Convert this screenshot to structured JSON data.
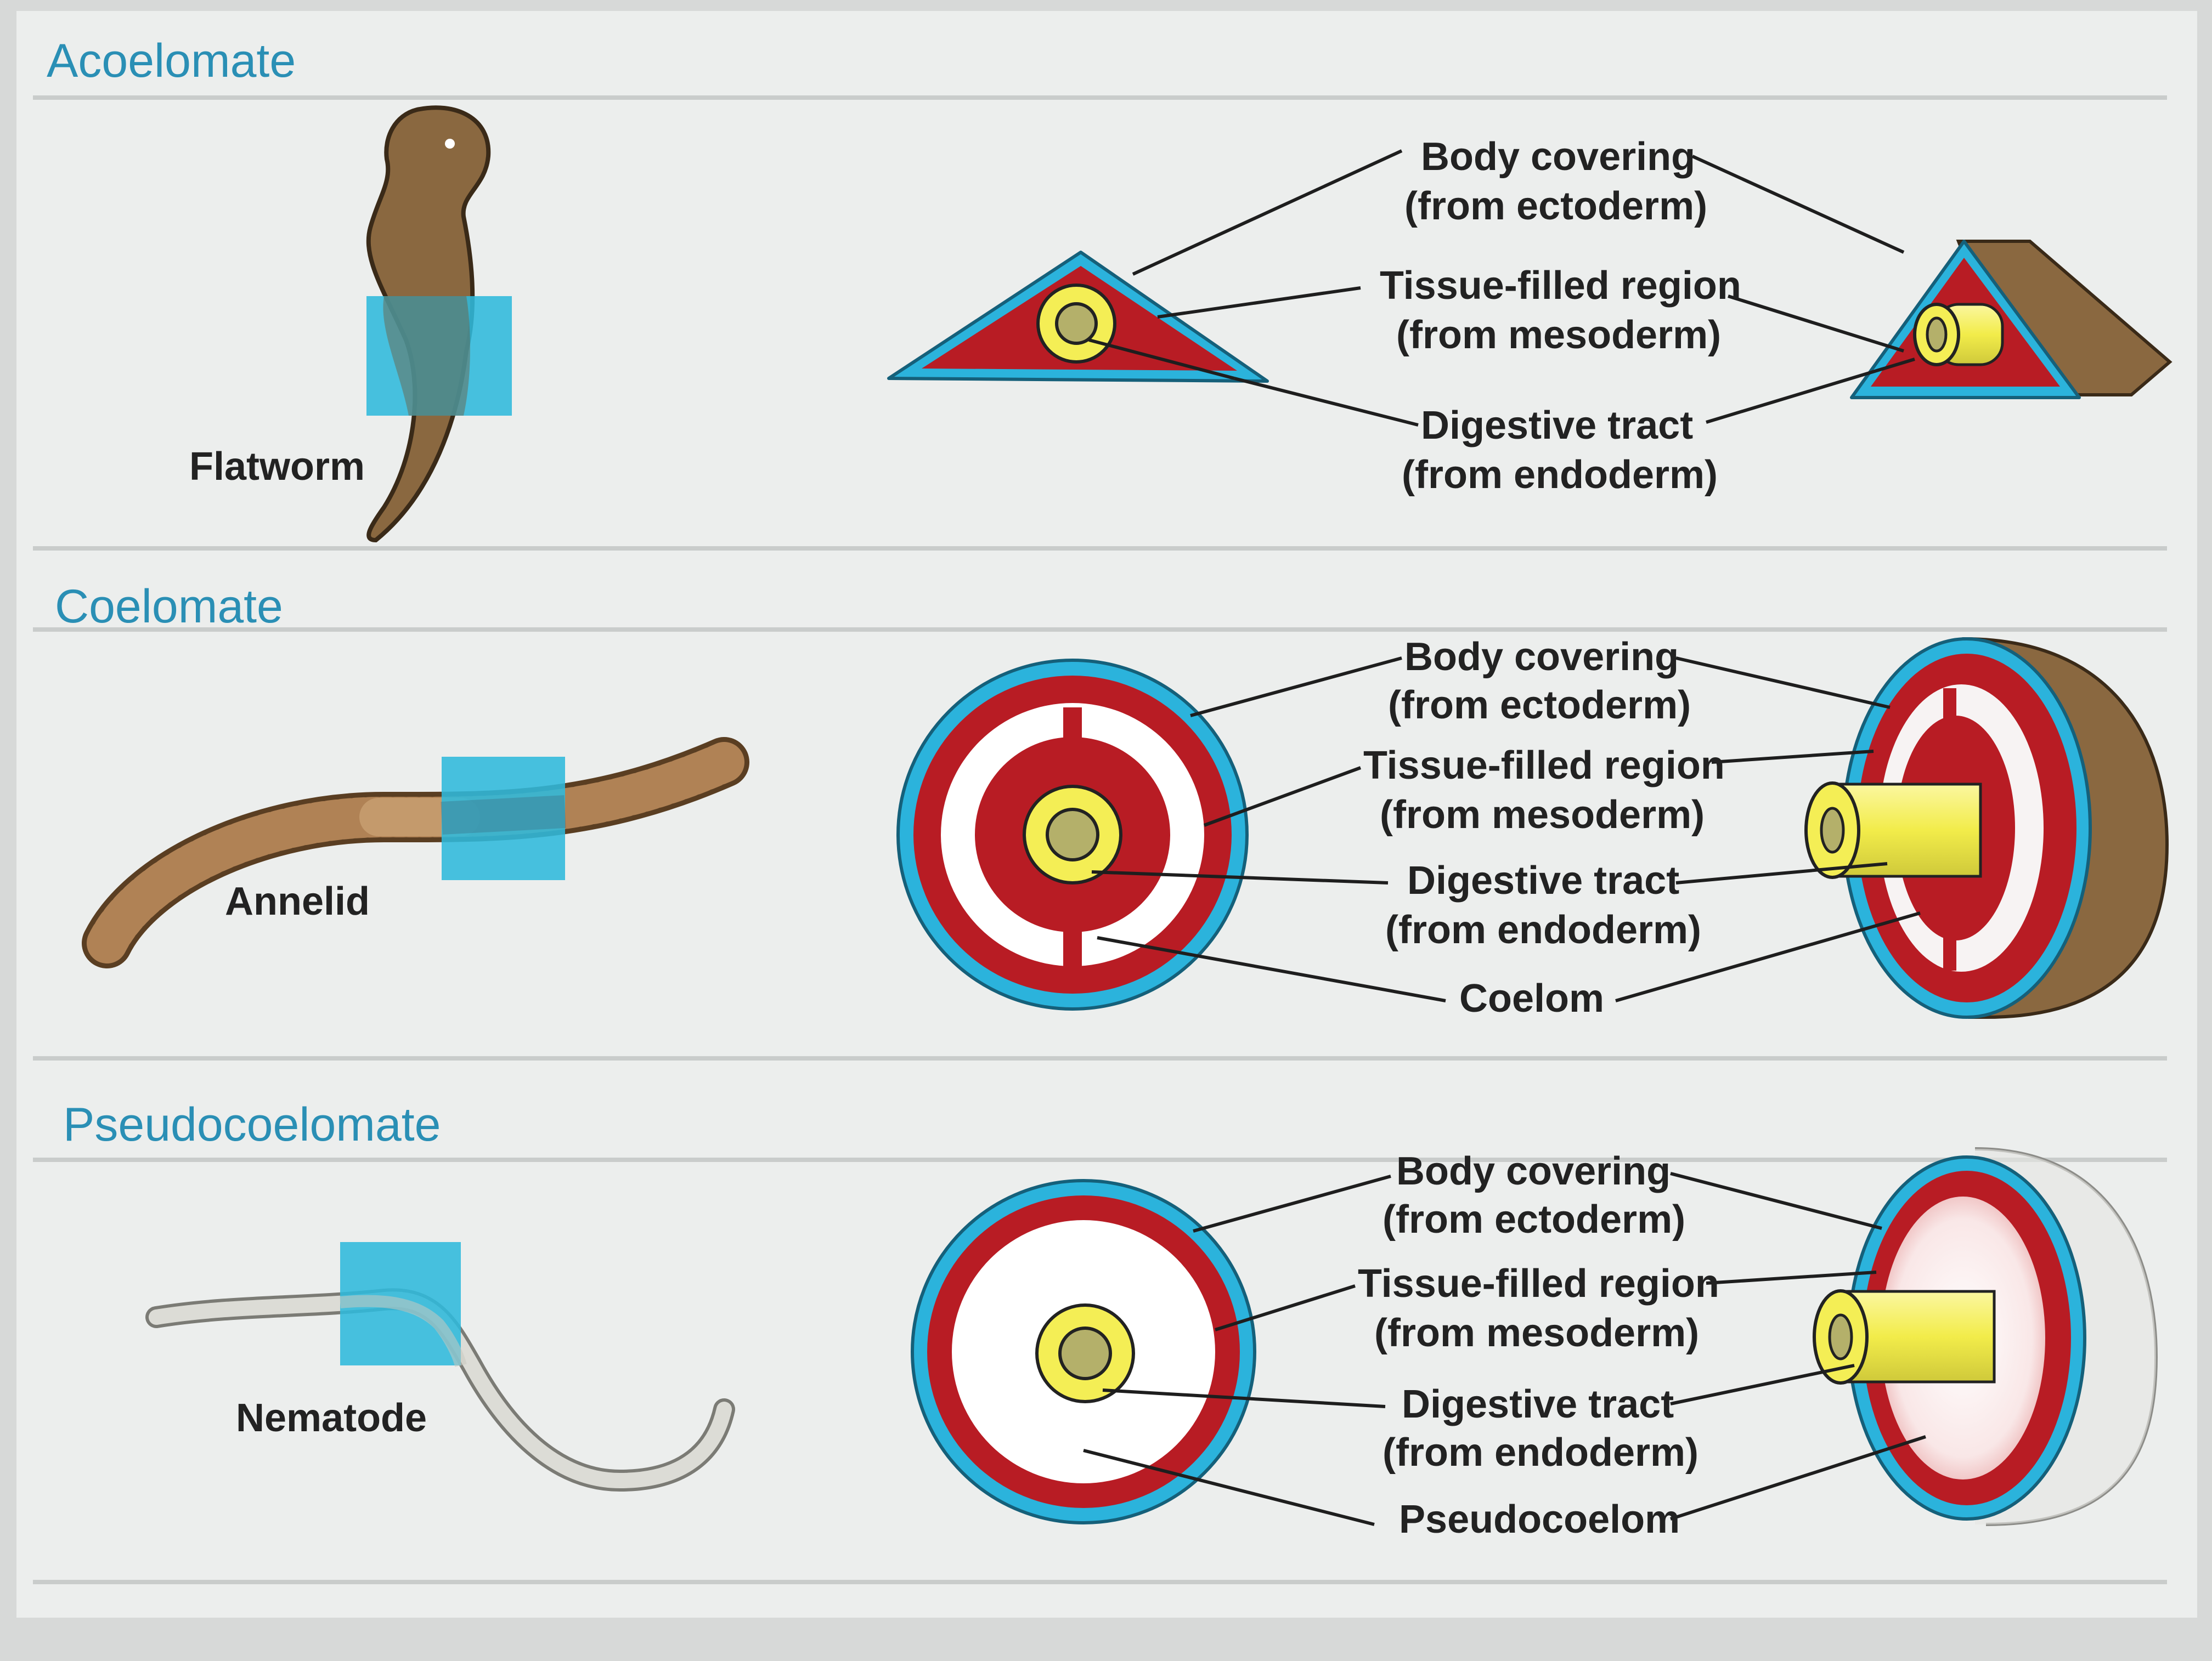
{
  "sections": [
    {
      "title": "Acoelomate",
      "animal": "Flatworm",
      "labels": [
        [
          "Body covering",
          "(from ectoderm)"
        ],
        [
          "Tissue-filled region",
          "(from mesoderm)"
        ],
        [
          "Digestive tract",
          "(from endoderm)"
        ]
      ]
    },
    {
      "title": "Coelomate",
      "animal": "Annelid",
      "labels": [
        [
          "Body covering",
          "(from ectoderm)"
        ],
        [
          "Tissue-filled region",
          "(from mesoderm)"
        ],
        [
          "Digestive tract",
          "(from endoderm)"
        ],
        [
          "Coelom"
        ]
      ]
    },
    {
      "title": "Pseudocoelomate",
      "animal": "Nematode",
      "labels": [
        [
          "Body covering",
          "(from ectoderm)"
        ],
        [
          "Tissue-filled region",
          "(from mesoderm)"
        ],
        [
          "Digestive tract",
          "(from endoderm)"
        ],
        [
          "Pseudocoelom"
        ]
      ]
    }
  ],
  "colors": {
    "ectoderm": "#2bb3dc",
    "mesoderm": "#b81c24",
    "endoderm": "#f4ee55",
    "gut_lumen": "#b4b06a",
    "body_brown": "#8a6840",
    "highlight": "#2fb9dc",
    "title": "#2a8fb5"
  }
}
